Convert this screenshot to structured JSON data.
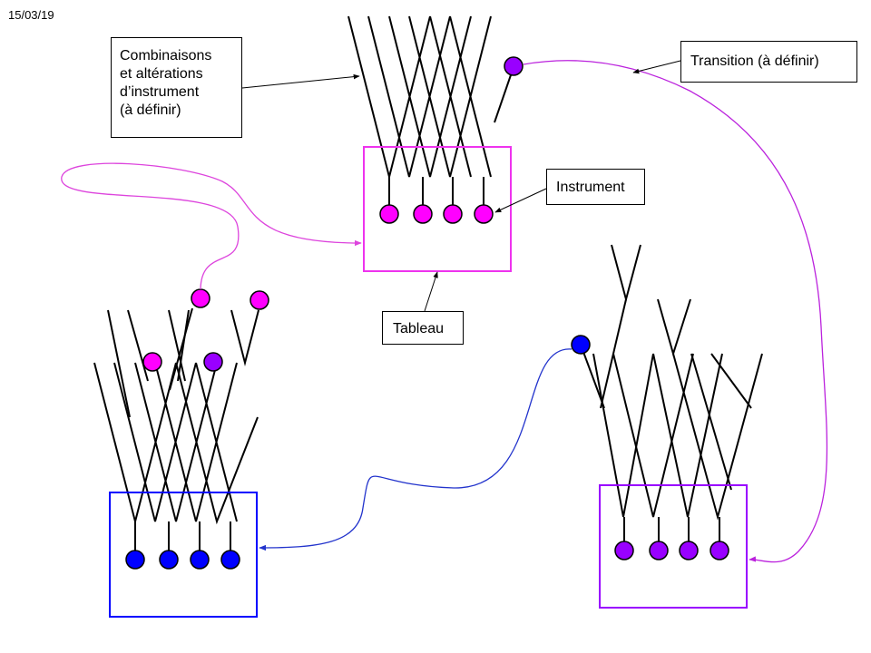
{
  "header": {
    "date": "15/03/19"
  },
  "callouts": {
    "combinaisons": [
      "Combinaisons",
      "et altérations",
      "d’instrument",
      "(à définir)"
    ],
    "transition": "Transition (à définir)",
    "instrument": "Instrument",
    "tableau": "Tableau"
  },
  "colors": {
    "magenta": "#ff00ff",
    "purple": "#9900ff",
    "blue": "#0000ff",
    "magenta_line": "#dd44dd",
    "purple_line": "#bb22dd",
    "blue_line": "#2233cc"
  },
  "tableaux": [
    {
      "id": "tableau-magenta",
      "color": "magenta",
      "instrument_count": 4
    },
    {
      "id": "tableau-blue",
      "color": "blue",
      "instrument_count": 4
    },
    {
      "id": "tableau-purple",
      "color": "purple",
      "instrument_count": 4
    }
  ]
}
